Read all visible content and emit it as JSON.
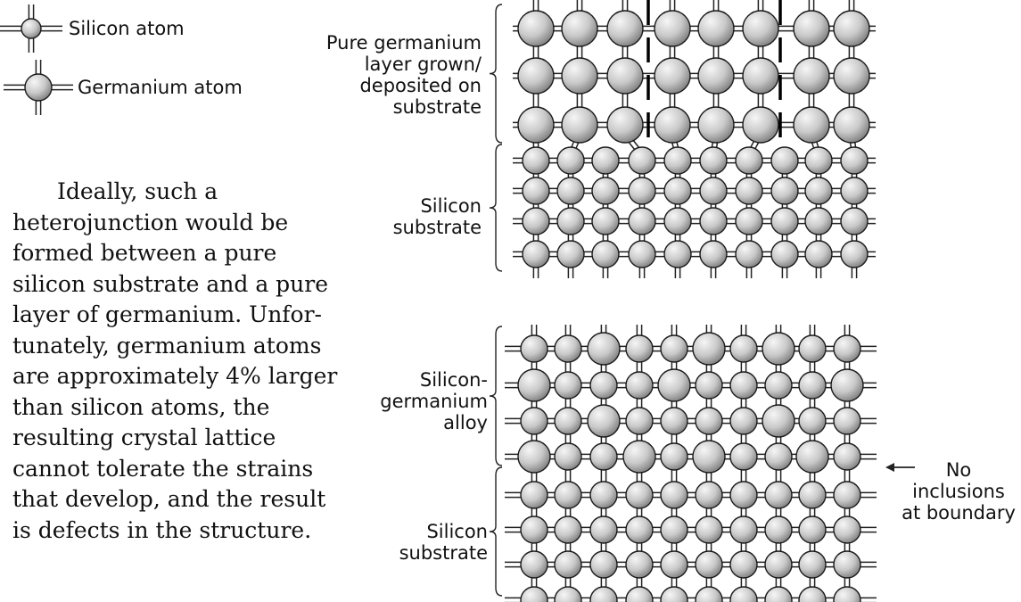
{
  "legend": {
    "silicon_label": "Silicon atom",
    "germanium_label": "Germanium atom"
  },
  "top_diagram": {
    "upper_label": [
      "Pure germanium",
      "layer grown/",
      "deposited on",
      "substrate"
    ],
    "lower_label": [
      "Silicon",
      "substrate"
    ]
  },
  "bottom_diagram": {
    "upper_label": [
      "Silicon-",
      "germanium",
      "alloy"
    ],
    "lower_label": [
      "Silicon",
      "substrate"
    ],
    "annotation": [
      "No",
      "inclusions",
      "at boundary"
    ]
  },
  "paragraph": {
    "lines": [
      "Ideally, such a",
      "heterojunction would be",
      "formed between a pure",
      "silicon substrate and a pure",
      "layer of germanium. Unfor-",
      "tunately, germanium atoms",
      "are approximately 4% larger",
      "than silicon atoms, the",
      "resulting crystal lattice",
      "cannot tolerate the strains",
      "that develop, and the result",
      "is defects in the structure."
    ]
  },
  "colors": {
    "atom_light": "#f4f4f4",
    "atom_dark": "#8a8a8a",
    "bond": "#222222"
  }
}
